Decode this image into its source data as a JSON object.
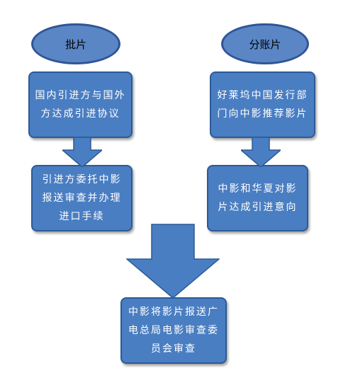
{
  "nodes": {
    "left_title": "批片",
    "right_title": "分账片",
    "left_step1": "国内引进方与国外方达成引进协议",
    "left_step2": "引进方委托中影报送审查并办理进口手续",
    "right_step1": "好莱坞中国发行部门向中影推荐影片",
    "right_step2": "中影和华夏对影片达成引进意向",
    "final_step": "中影将影片报送广电总局电影审查委员会审查"
  }
}
